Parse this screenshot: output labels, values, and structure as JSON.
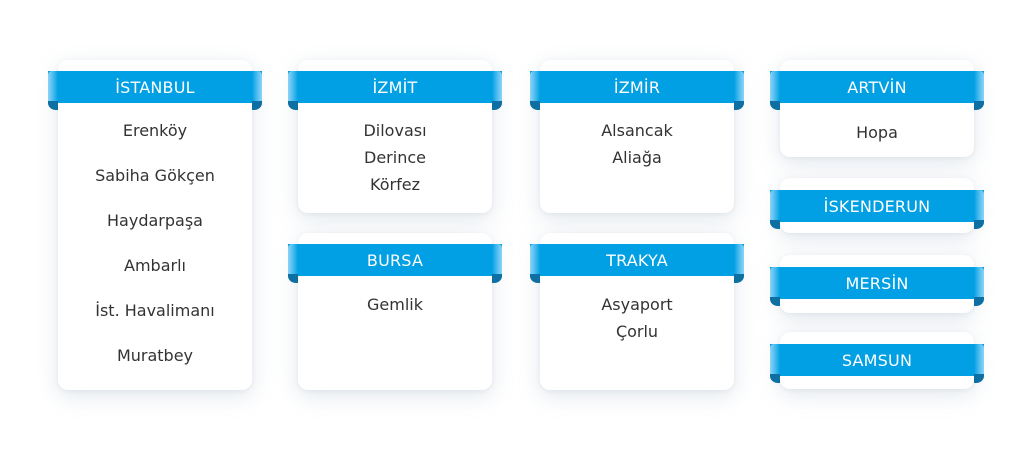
{
  "regions": [
    {
      "name": "İSTANBUL",
      "locations": [
        "Erenköy",
        "Sabiha Gökçen",
        "Haydarpaşa",
        "Ambarlı",
        "İst. Havalimanı",
        "Muratbey"
      ]
    },
    {
      "name": "İZMİT",
      "locations": [
        "Dilovası",
        "Derince",
        "Körfez"
      ]
    },
    {
      "name": "BURSA",
      "locations": [
        "Gemlik"
      ]
    },
    {
      "name": "İZMİR",
      "locations": [
        "Alsancak",
        "Aliağa"
      ]
    },
    {
      "name": "TRAKYA",
      "locations": [
        "Asyaport",
        "Çorlu"
      ]
    },
    {
      "name": "ARTVİN",
      "locations": [
        "Hopa"
      ]
    },
    {
      "name": "İSKENDERUN",
      "locations": []
    },
    {
      "name": "MERSİN",
      "locations": []
    },
    {
      "name": "SAMSUN",
      "locations": []
    }
  ],
  "colors": {
    "ribbon": "#019fe3",
    "ribbon_fold": "#0d6fa2",
    "text": "#333333",
    "card": "#ffffff"
  }
}
